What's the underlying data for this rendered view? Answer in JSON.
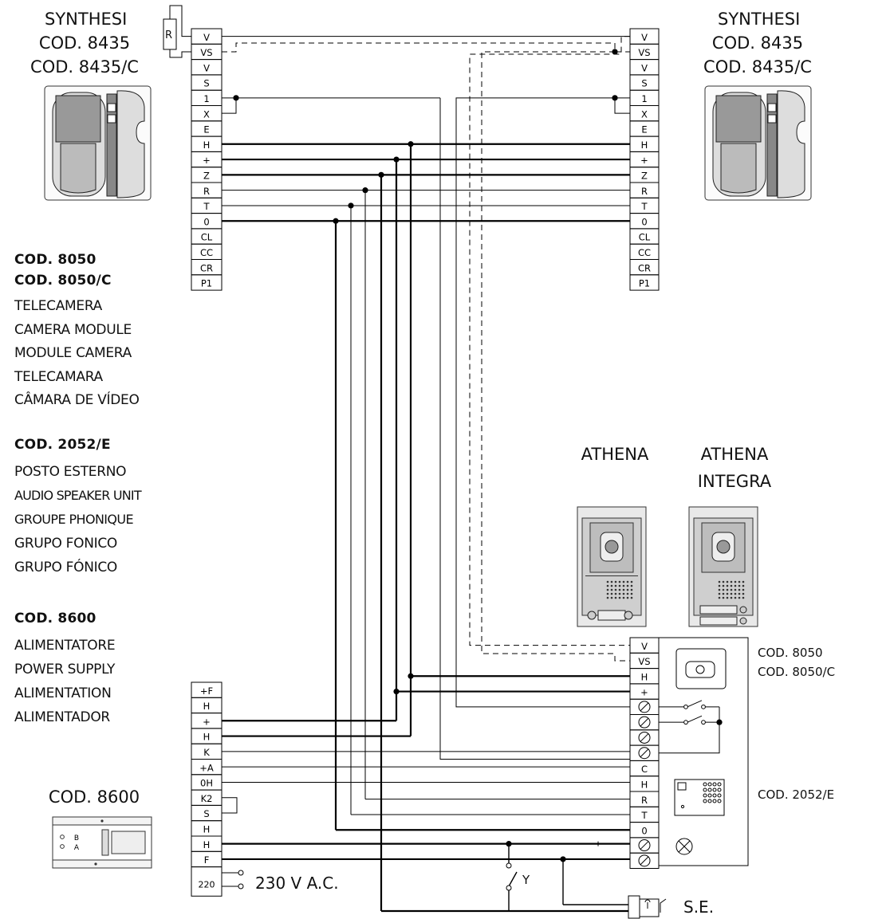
{
  "monitor_left": {
    "name": "SYNTHESI",
    "code1": "COD. 8435",
    "code2": "COD. 8435/C"
  },
  "monitor_right": {
    "name": "SYNTHESI",
    "code1": "COD. 8435",
    "code2": "COD. 8435/C"
  },
  "camera_block": {
    "code1": "COD. 8050",
    "code2": "COD. 8050/C",
    "lines": [
      "TELECAMERA",
      "CAMERA MODULE",
      "MODULE CAMERA",
      "TELECAMARA",
      "CÂMARA DE VÍDEO"
    ]
  },
  "speaker_block": {
    "code": "COD. 2052/E",
    "lines": [
      "POSTO ESTERNO",
      "AUDIO SPEAKER UNIT",
      "GROUPE PHONIQUE",
      "GRUPO FONICO",
      "GRUPO FÓNICO"
    ]
  },
  "psu_block": {
    "code": "COD. 8600",
    "lines": [
      "ALIMENTATORE",
      "POWER SUPPLY",
      "ALIMENTATION",
      "ALIMENTADOR"
    ]
  },
  "psu_device_label": "COD. 8600",
  "psu_device_marks": [
    "B",
    "A"
  ],
  "panel_athena": "ATHENA",
  "panel_integra_line1": "ATHENA",
  "panel_integra_line2": "INTEGRA",
  "door_camera_codes": [
    "COD. 8050",
    "COD. 8050/C"
  ],
  "door_speaker_code": "COD. 2052/E",
  "resistor_label": "R",
  "switch_label": "Y",
  "mains_label": "230 V A.C.",
  "lock_label": "S.E.",
  "monitor_terminals": [
    "V",
    "VS",
    "V",
    "S",
    "1",
    "X",
    "E",
    "H",
    "+",
    "Z",
    "R",
    "T",
    "0",
    "CL",
    "CC",
    "CR",
    "P1"
  ],
  "psu_terminals": [
    "+F",
    "H",
    "+",
    "H",
    "K",
    "+A",
    "0H",
    "K2",
    "S",
    "H",
    "H",
    "F",
    "220"
  ],
  "door_terminals": [
    "V",
    "VS",
    "H",
    "+",
    "",
    "",
    "",
    "",
    "C",
    "H",
    "R",
    "T",
    "0",
    "",
    ""
  ]
}
